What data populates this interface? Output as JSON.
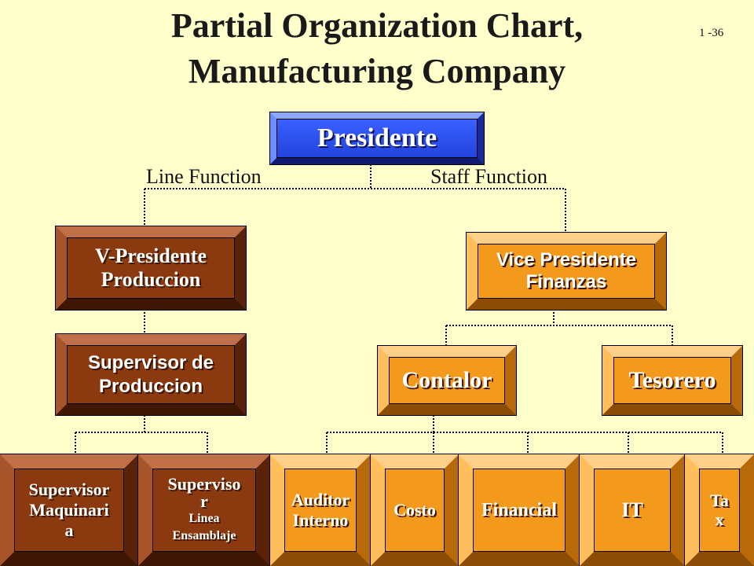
{
  "title_line1": "Partial Organization Chart,",
  "title_line2": "Manufacturing Company",
  "slide_number": "1 -36",
  "line_function": "Line Function",
  "staff_function": "Staff Function",
  "nodes": {
    "presidente": "Presidente",
    "vp_produccion_l1": "V-Presidente",
    "vp_produccion_l2": "Produccion",
    "vp_finanzas_l1": "Vice Presidente",
    "vp_finanzas_l2": "Finanzas",
    "sup_produccion_l1": "Supervisor de",
    "sup_produccion_l2": "Produccion",
    "contalor": "Contalor",
    "tesorero": "Tesorero",
    "sup_maquinaria_l1": "Supervisor",
    "sup_maquinaria_l2": "Maquinari",
    "sup_maquinaria_l3": "a",
    "sup_linea_l1": "Superviso",
    "sup_linea_l2": "r",
    "sup_linea_l3": "Linea",
    "sup_linea_l4": "Ensamblaje",
    "auditor_l1": "Auditor",
    "auditor_l2": "Interno",
    "costo": "Costo",
    "financial": "Financial",
    "it": "IT",
    "tax_l1": "Ta",
    "tax_l2": "x"
  },
  "colors": {
    "background": "#ffffcc",
    "president": "#3355ee",
    "line_boxes": "#8b3a10",
    "staff_boxes": "#f39a1c"
  }
}
